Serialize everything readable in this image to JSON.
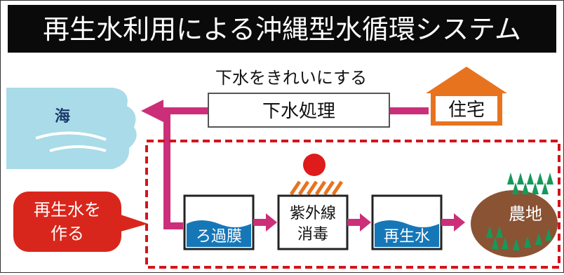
{
  "title": "再生水利用による沖縄型水循環システム",
  "caption_top": "下水をきれいにする",
  "nodes": {
    "sea": "海",
    "sewage": "下水処理",
    "house": "住宅",
    "callout": [
      "再生水を",
      "作る"
    ],
    "filter": "ろ過膜",
    "uv": [
      "紫外線",
      "消毒"
    ],
    "reclaimed": "再生水",
    "farm": "農地"
  },
  "colors": {
    "title_bg": "#0a0a0a",
    "arrow": "#cc2f7a",
    "dashed": "#d3141b",
    "house": "#e8731f",
    "sea": "#a9dbe8",
    "callout": "#d9261c",
    "water": "#1677b8",
    "farm": "#8a5334",
    "trees": "#16995a",
    "sun": "#e01b1b",
    "rays": "#e8731f"
  }
}
